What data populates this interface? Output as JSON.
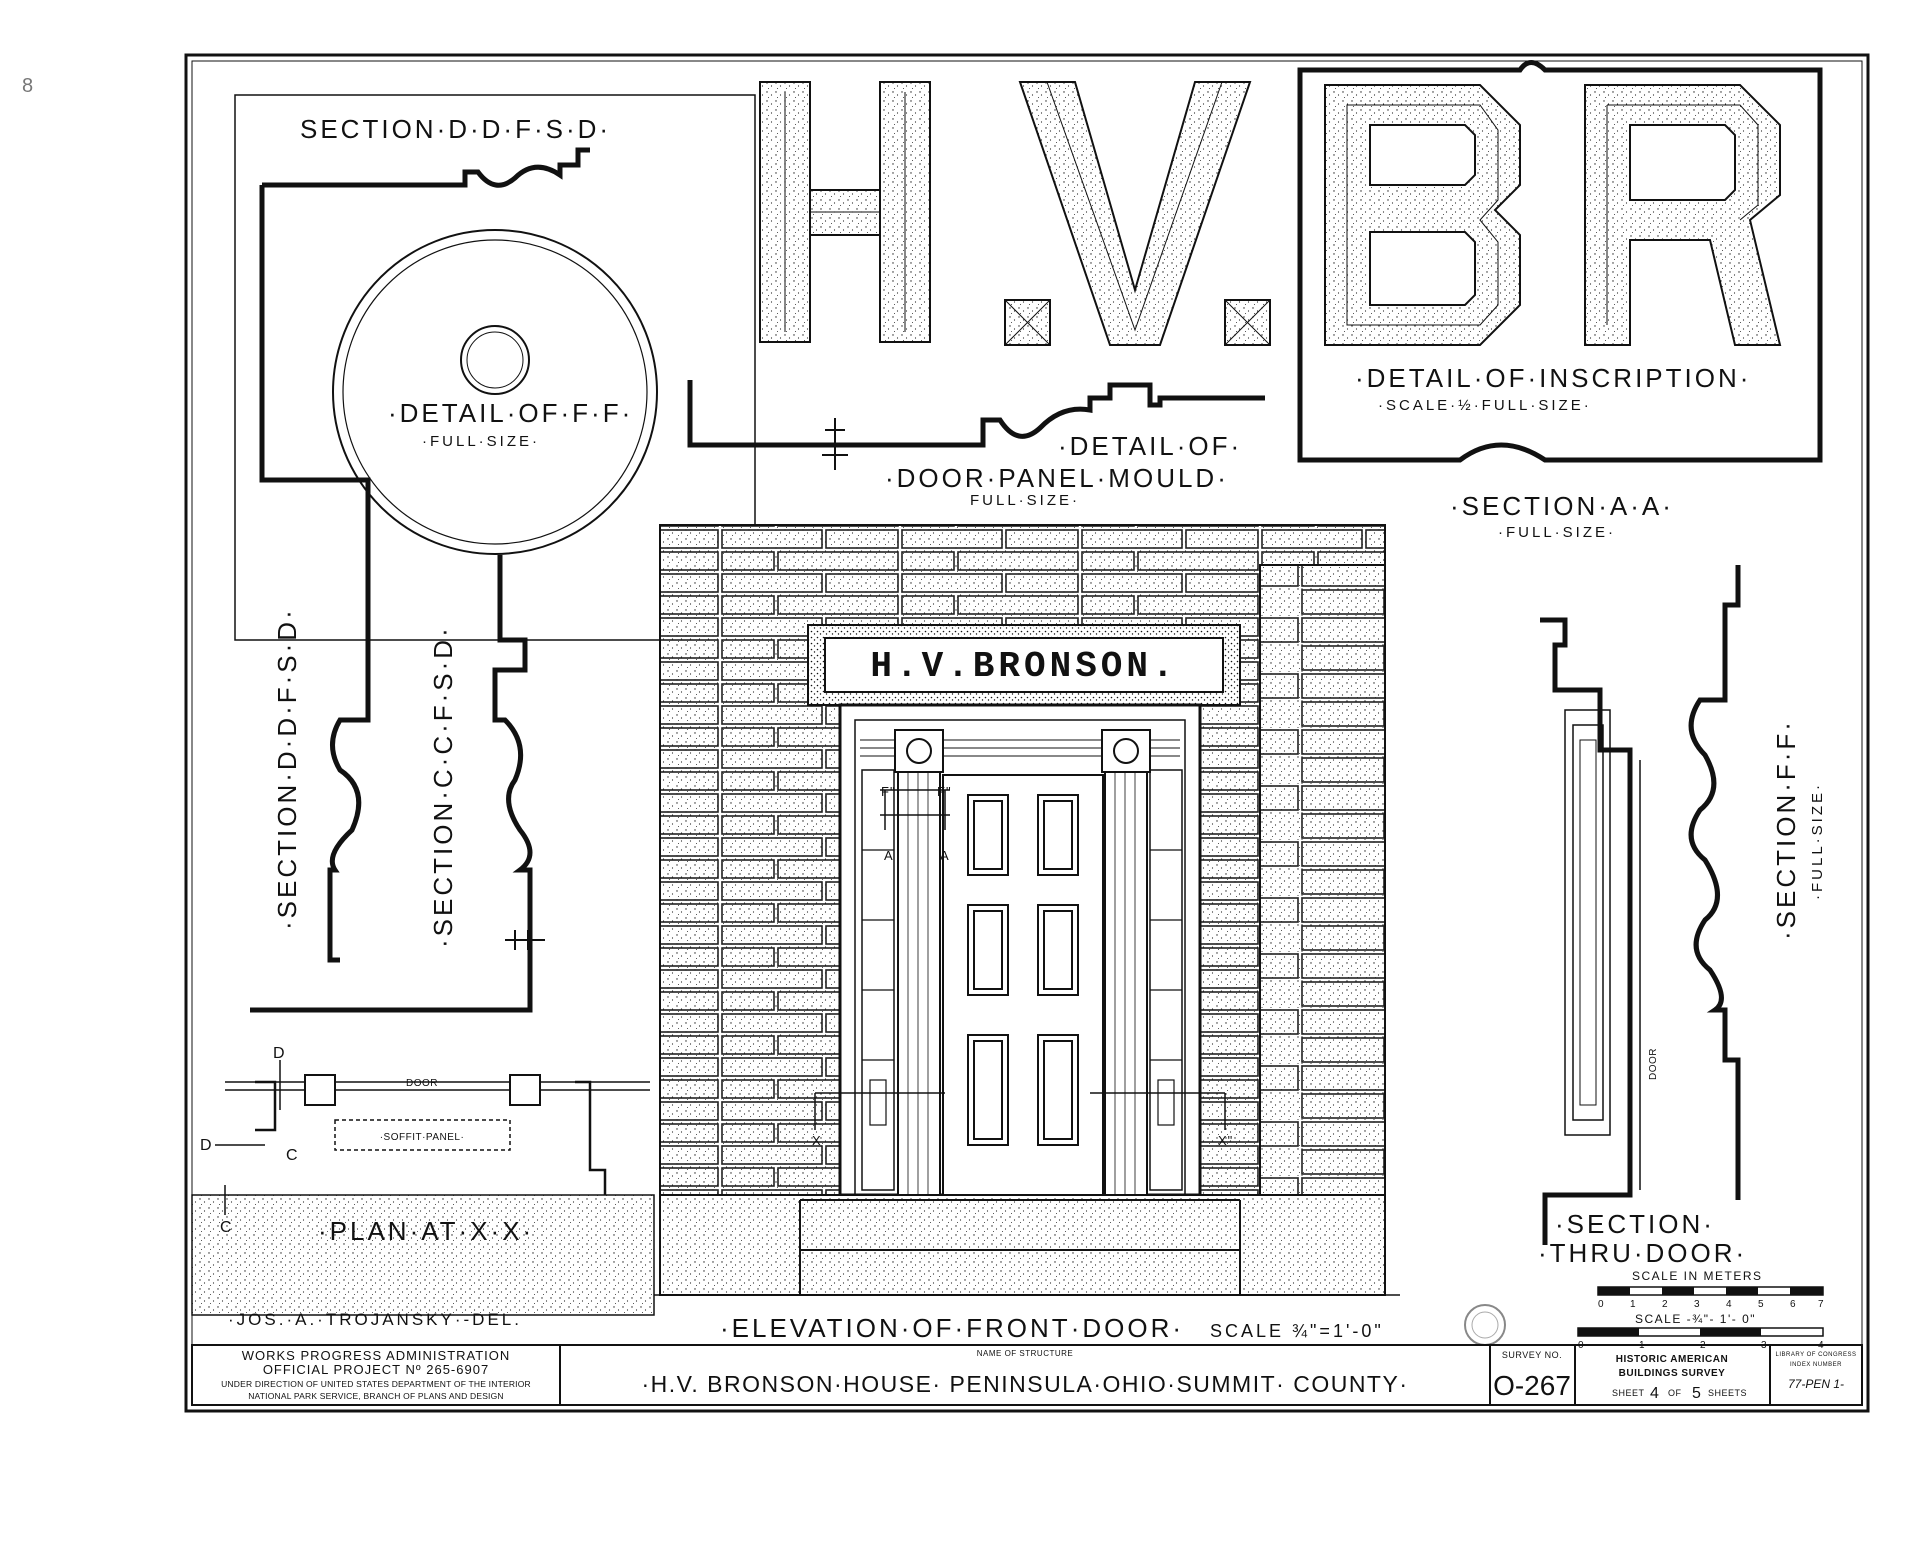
{
  "sheet": {
    "margin_mark": "8",
    "inscription_letters": [
      "H",
      ".",
      "V",
      ".",
      "B",
      "R"
    ]
  },
  "labels": {
    "section_dd_top": "SECTION·D·D·F·S·D·",
    "detail_ff": "·DETAIL·OF·F·F·",
    "detail_ff_scale": "·FULL·SIZE·",
    "detail_inscription": "·DETAIL·OF·INSCRIPTION·",
    "detail_inscription_scale": "·SCALE·½·FULL·SIZE·",
    "door_panel_mould_1": "·DETAIL·OF·",
    "door_panel_mould_2": "·DOOR·PANEL·MOULD·",
    "door_panel_mould_scale": "FULL·SIZE·",
    "section_aa": "·SECTION·A·A·",
    "section_aa_scale": "·FULL·SIZE·",
    "section_dd_vert": "·SECTION·D·D·F·S·D·",
    "section_cc_vert": "·SECTION·C·C·F·S·D·",
    "section_ff_vert": "·SECTION·F·F·",
    "section_ff_scale": "·FULL·SIZE·",
    "section_thru_door_1": "·SECTION·",
    "section_thru_door_2": "·THRU·DOOR·",
    "plan_at_xx": "·PLAN·AT·X·X·",
    "delineator": "·JOS.·A.·TROJANSKY·-DEL.",
    "elevation": "·ELEVATION·OF·FRONT·DOOR·",
    "elevation_scale": "SCALE ¾\"=1'-0\"",
    "nameplate": "H.V.BRONSON.",
    "plan_door": "DOOR",
    "soffit_panel": "·SOFFIT·PANEL·",
    "door_vertical": "DOOR",
    "scale_meters": "SCALE IN METERS",
    "scale_feet": "SCALE -¾\"- 1'- 0\"",
    "meter_ticks": [
      "0",
      "1",
      "2",
      "3",
      "4",
      "5",
      "6",
      "7"
    ],
    "feet_ticks": [
      "0",
      "1",
      "2",
      "3",
      "4"
    ],
    "markers": {
      "d1": "D",
      "d2": "D",
      "c1": "C",
      "c2": "C",
      "f1": "F\"",
      "f2": "F\"",
      "a1": "A",
      "a2": "A",
      "x1": "X",
      "x2": "X\""
    }
  },
  "title_block": {
    "wpa_1": "WORKS PROGRESS ADMINISTRATION",
    "wpa_2": "OFFICIAL PROJECT Nº 265-6907",
    "wpa_3": "UNDER DIRECTION OF UNITED STATES DEPARTMENT OF THE INTERIOR",
    "wpa_4": "NATIONAL PARK SERVICE, BRANCH OF PLANS AND DESIGN",
    "name_caption": "NAME OF STRUCTURE",
    "name": "·H.V. BRONSON·HOUSE· PENINSULA·OHIO·SUMMIT· COUNTY·",
    "survey_caption": "SURVEY NO.",
    "survey_no": "O-267",
    "habs_1": "HISTORIC AMERICAN",
    "habs_2": "BUILDINGS SURVEY",
    "sheet_label": "SHEET",
    "sheet_no": "4",
    "sheet_of": "OF",
    "sheet_total": "5",
    "sheet_suffix": "SHEETS",
    "loc_caption": "LIBRARY OF CONGRESS",
    "loc_index_caption": "INDEX NUMBER",
    "loc_index": "77-PEN 1-"
  }
}
